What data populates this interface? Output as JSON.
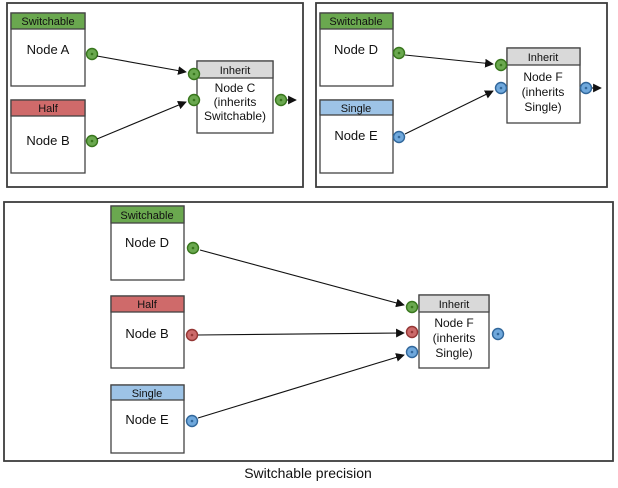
{
  "caption": "Switchable precision",
  "colors": {
    "switchable_header": "#6aa84f",
    "half_header": "#cf6a6a",
    "single_header": "#9dc3e6",
    "inherit_header": "#d9d9d9",
    "port_green": "#6aa84f",
    "port_red": "#cc6a6a",
    "port_blue": "#6fa8dc",
    "port_green_stroke": "#38761d",
    "port_red_stroke": "#943634",
    "port_blue_stroke": "#31679b",
    "box_border": "#434343",
    "edge_color": "#111111"
  },
  "panels": {
    "top_left": {
      "node_a": {
        "header": "Switchable",
        "label": "Node A"
      },
      "node_b": {
        "header": "Half",
        "label": "Node B"
      },
      "node_c": {
        "header": "Inherit",
        "lines": [
          "Node C",
          "(inherits",
          "Switchable)"
        ]
      }
    },
    "top_right": {
      "node_d": {
        "header": "Switchable",
        "label": "Node D"
      },
      "node_e": {
        "header": "Single",
        "label": "Node E"
      },
      "node_f": {
        "header": "Inherit",
        "lines": [
          "Node F",
          "(inherits",
          "Single)"
        ]
      }
    },
    "bottom": {
      "node_d": {
        "header": "Switchable",
        "label": "Node D"
      },
      "node_b": {
        "header": "Half",
        "label": "Node B"
      },
      "node_e": {
        "header": "Single",
        "label": "Node E"
      },
      "node_f": {
        "header": "Inherit",
        "lines": [
          "Node F",
          "(inherits",
          "Single)"
        ]
      }
    }
  }
}
